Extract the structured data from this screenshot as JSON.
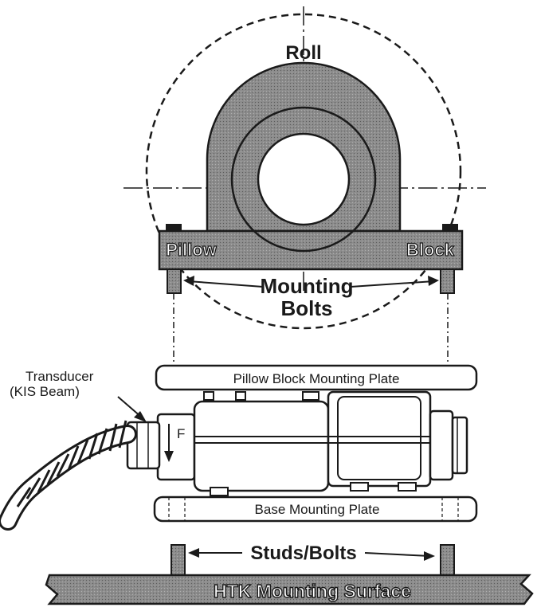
{
  "labels": {
    "roll": "Roll",
    "pillow": "Pillow",
    "block": "Block",
    "mounting_line1": "Mounting",
    "mounting_line2": "Bolts",
    "transducer_line1": "Transducer",
    "transducer_line2": "(KIS Beam)",
    "force": "F",
    "pillow_plate": "Pillow Block Mounting Plate",
    "base_plate": "Base Mounting Plate",
    "studs": "Studs/Bolts",
    "surface": "HTK Mounting Surface"
  },
  "colors": {
    "ink": "#1a1a1a",
    "hatch": "#8c8c8c",
    "background": "#ffffff"
  }
}
